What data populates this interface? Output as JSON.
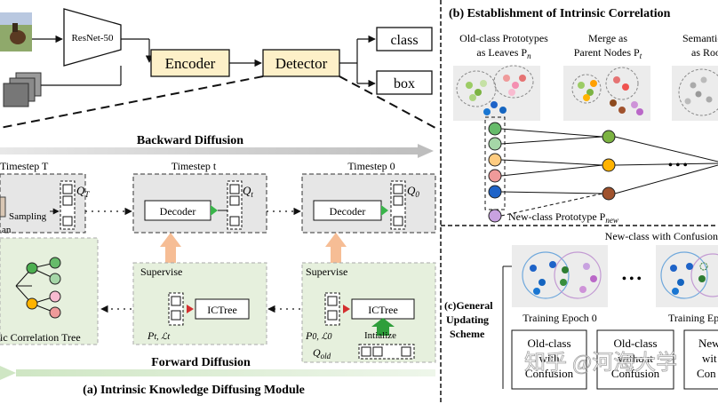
{
  "panel_a": {
    "backbone_label": "ResNet-50",
    "encoder_label": "Encoder",
    "detector_label": "Detector",
    "output_class": "class",
    "output_box": "box",
    "backward_diffusion": "Backward Diffusion",
    "forward_diffusion": "Forward Diffusion",
    "timestep_T": "Timestep T",
    "timestep_t": "Timestep t",
    "timestep_0": "Timestep 0",
    "sampling": "Sampling",
    "left_cut_1": "an",
    "left_cut_2": "e",
    "q_T": "Q",
    "q_T_sub": "T",
    "q_t": "Q",
    "q_t_sub": "t",
    "q_0": "Q",
    "q_0_sub": "0",
    "decoder_mid": "Decoder",
    "decoder_right": "Decoder",
    "supervise_mid": "Supervise",
    "supervise_right": "Supervise",
    "ictree_mid": "ICTree",
    "ictree_right": "ICTree",
    "pt_lt": "P",
    "pt_lt_rest": "t, ℒt",
    "p0_l0": "P",
    "p0_l0_rest": "0, ℒ0",
    "initialize": "Intialize",
    "q_old": "Q",
    "q_old_sub": "old",
    "tree_caption": "ic Correlation Tree",
    "caption": "(a) Intrinsic Knowledge Diffusing Module"
  },
  "panel_b": {
    "title": "(b) Establishment of Intrinsic Correlation",
    "col1_line1": "Old-class Prototypes",
    "col1_line2": "as Leaves P",
    "col1_sub": "n",
    "col2_line1": "Merge as",
    "col2_line2": "Parent Nodes P",
    "col2_sub": "t",
    "col3_line1": "Semantics",
    "col3_line2": "as Roo",
    "new_proto": "New-class Prototype P",
    "new_proto_sub": "new",
    "ellipsis": "• • •"
  },
  "panel_c": {
    "header": "New-class with Confusion",
    "label_line1": "(c)General",
    "label_line2": "Updating",
    "label_line3": "Scheme",
    "epoch0": "Training Epoch 0",
    "epochN": "Training Ep",
    "ellipsis": "• • •",
    "box1_line1": "Old-class",
    "box1_line2": "with",
    "box1_line3": "Confusion",
    "box2_line1": "Old-class",
    "box2_line2": "without",
    "box2_line3": "Confusion",
    "box3_line1": "New",
    "box3_line2": "wit",
    "box3_line3": "Con"
  },
  "watermark": "知乎 @河海大学"
}
